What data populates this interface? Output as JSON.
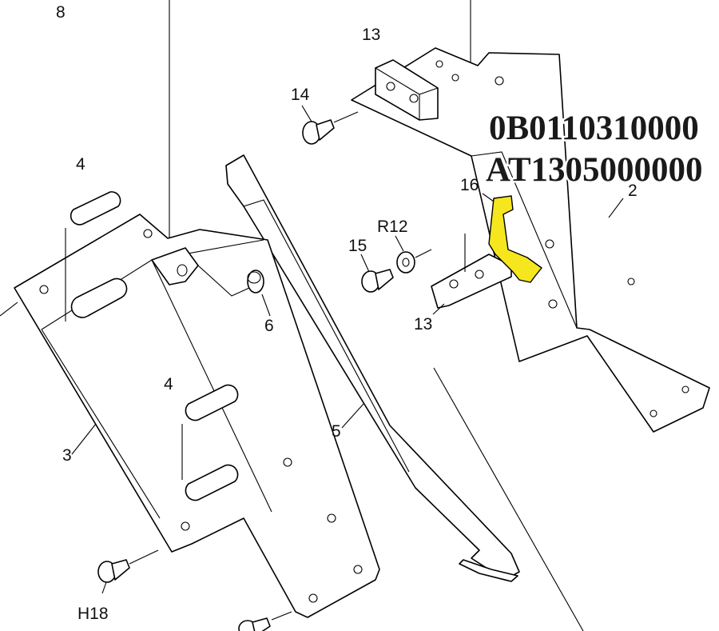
{
  "callouts": {
    "c8": "8",
    "c13_top": "13",
    "c14": "14",
    "c4_top": "4",
    "c16": "16",
    "c2": "2",
    "cR12": "R12",
    "c15": "15",
    "c6": "6",
    "c13_bottom": "13",
    "c4_mid": "4",
    "c5": "5",
    "c3": "3",
    "cH18": "H18"
  },
  "part_numbers": {
    "line1": "0B0110310000",
    "line2": "AT1305000000"
  },
  "colors": {
    "highlight": "#f5e61e",
    "line": "#000000",
    "background": "#ffffff"
  }
}
